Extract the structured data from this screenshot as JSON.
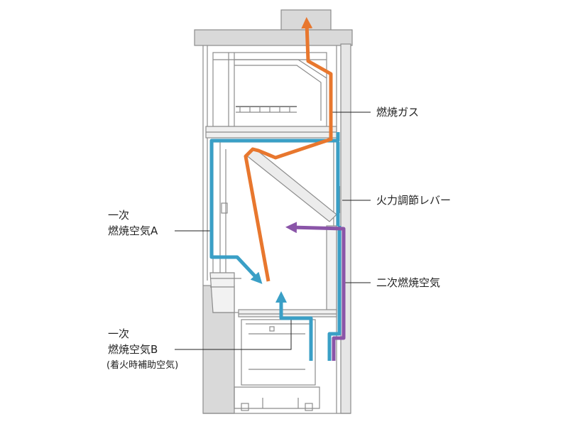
{
  "labels": {
    "combustion_gas": "燃焼ガス",
    "fire_lever": "火力調節レバー",
    "secondary_air": "二次燃焼空気",
    "primary_a_line1": "一次",
    "primary_a_line2": "燃焼空気A",
    "primary_b_line1": "一次",
    "primary_b_line2": "燃焼空気B",
    "primary_b_note": "(着火時補助空気)"
  },
  "colors": {
    "combustion_gas": "#e8772e",
    "primary_air": "#3a9fc6",
    "secondary_air": "#8a55a8",
    "structure": "#8c8c8c",
    "wall_fill": "#d9d9d9"
  }
}
